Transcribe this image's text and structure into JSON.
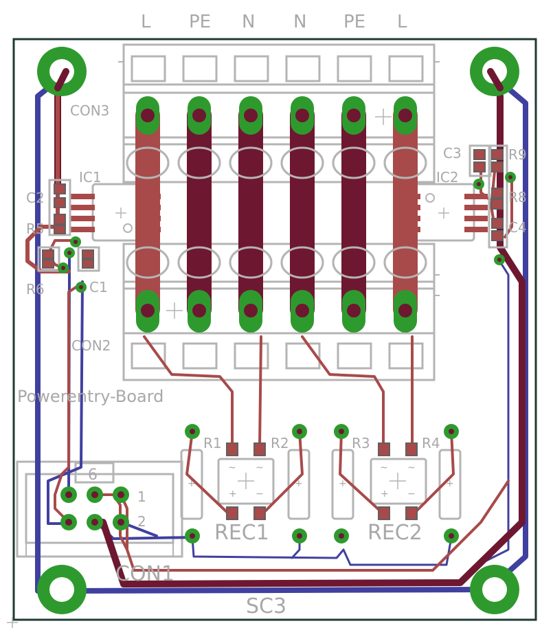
{
  "board": {
    "name": "Powerentry-Board",
    "colors": {
      "outline": "#1f3a34",
      "top_trace": "#a84a4a",
      "bottom_trace": "#4040a0",
      "top_bottom_overlap": "#6e1730",
      "pad_ring": "#2e9a2e",
      "silkscreen": "#b4b4b4"
    }
  },
  "terminal_labels": [
    "L",
    "PE",
    "N",
    "N",
    "PE",
    "L"
  ],
  "parts": {
    "con3": "CON3",
    "con2": "CON2",
    "con1": "CON1",
    "ic1": "IC1",
    "ic2": "IC2",
    "c1": "C1",
    "c2": "C2",
    "c3": "C3",
    "c4": "C4",
    "r1": "R1",
    "r2": "R2",
    "r3": "R3",
    "r4": "R4",
    "r5": "R5",
    "r6": "R6",
    "r8": "R8",
    "r9": "R9",
    "rec1": "REC1",
    "rec2": "REC2",
    "sc3": "SC3"
  },
  "con1_pin_labels": {
    "pin6": "6",
    "pin1": "1",
    "pin2": "2"
  },
  "rectifier_symbols": {
    "ac": "~",
    "plus": "+",
    "minus": "−"
  }
}
